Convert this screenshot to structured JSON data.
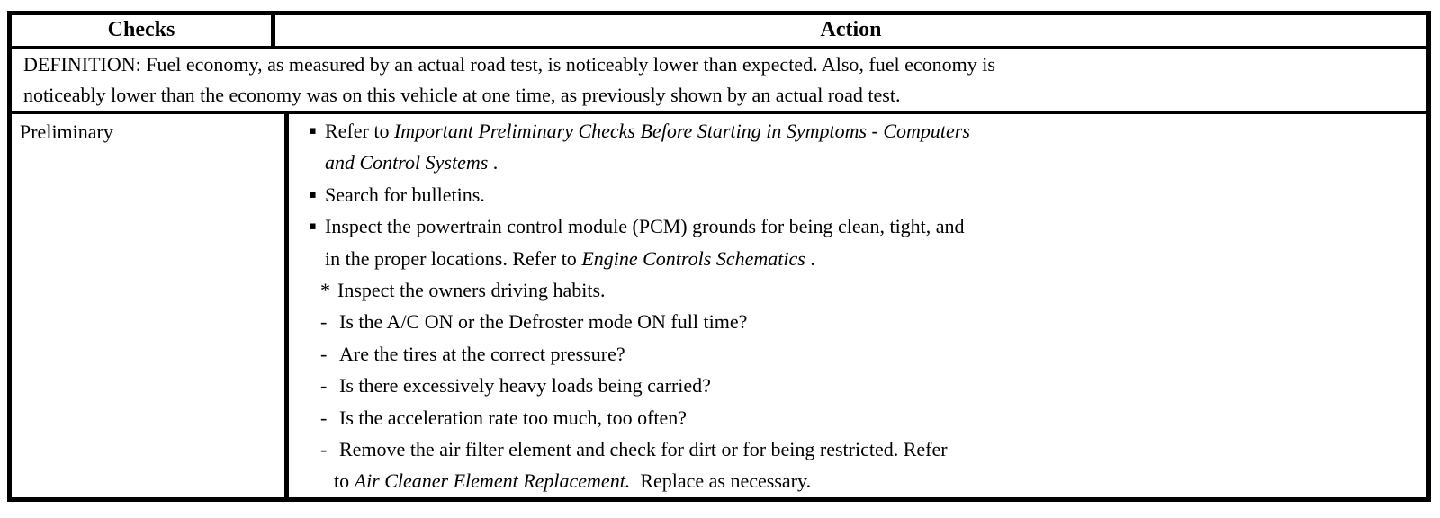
{
  "colors": {
    "background": "#ffffff",
    "text": "#000000",
    "border": "#000000"
  },
  "table": {
    "header": {
      "checks": "Checks",
      "action": "Action"
    },
    "definition": {
      "lines": [
        "DEFINITION: Fuel economy, as measured by an actual road test, is noticeably lower than expected. Also, fuel economy is",
        "noticeably lower than the economy was on this vehicle at one time, as previously shown by an actual road test."
      ]
    },
    "row": {
      "check_label": "Preliminary",
      "markers": {
        "bullet": "▪",
        "star": "*",
        "dash": "-"
      },
      "action_lines": [
        {
          "marker": "bullet",
          "segments": [
            {
              "t": "Refer to ",
              "italic": false
            },
            {
              "t": "Important Preliminary Checks Before Starting in Symptoms - Computers",
              "italic": true
            }
          ]
        },
        {
          "marker": "none",
          "segments": [
            {
              "t": "and Control Systems",
              "italic": true
            },
            {
              "t": " .",
              "italic": false
            }
          ]
        },
        {
          "marker": "bullet",
          "segments": [
            {
              "t": "Search for bulletins.",
              "italic": false
            }
          ]
        },
        {
          "marker": "bullet",
          "segments": [
            {
              "t": "Inspect the powertrain control module (PCM) grounds for being clean, tight, and",
              "italic": false
            }
          ]
        },
        {
          "marker": "none",
          "segments": [
            {
              "t": "in the proper locations. Refer to ",
              "italic": false
            },
            {
              "t": "Engine Controls Schematics",
              "italic": true
            },
            {
              "t": " .",
              "italic": false
            }
          ]
        },
        {
          "marker": "star",
          "segments": [
            {
              "t": "Inspect the owners driving habits.",
              "italic": false
            }
          ]
        },
        {
          "marker": "dash",
          "segments": [
            {
              "t": "Is the A/C ON or the Defroster mode ON full time?",
              "italic": false
            }
          ]
        },
        {
          "marker": "dash",
          "segments": [
            {
              "t": "Are the tires at the correct pressure?",
              "italic": false
            }
          ]
        },
        {
          "marker": "dash",
          "segments": [
            {
              "t": "Is there excessively heavy loads being carried?",
              "italic": false
            }
          ]
        },
        {
          "marker": "dash",
          "segments": [
            {
              "t": "Is the acceleration rate too much, too often?",
              "italic": false
            }
          ]
        },
        {
          "marker": "dash",
          "segments": [
            {
              "t": "Remove the air filter element and check for dirt or for being restricted. Refer",
              "italic": false
            }
          ]
        },
        {
          "marker": "none2",
          "segments": [
            {
              "t": "to ",
              "italic": false
            },
            {
              "t": "Air Cleaner Element Replacement.",
              "italic": true
            },
            {
              "t": "  Replace as necessary.",
              "italic": false
            }
          ]
        }
      ]
    }
  }
}
